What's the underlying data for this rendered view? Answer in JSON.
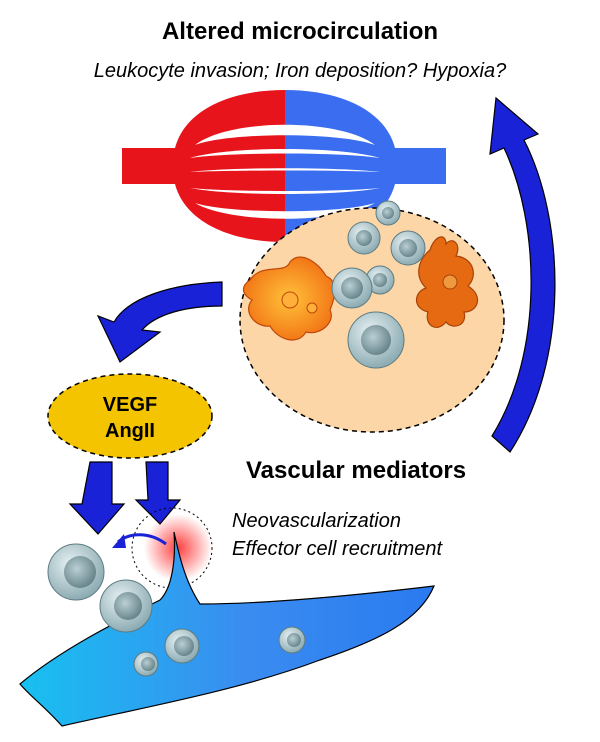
{
  "title": "Altered microcirculation",
  "subtitle": "Leukocyte invasion; Iron deposition? Hypoxia?",
  "mediators_label": "Vascular mediators",
  "factors": [
    "VEGF",
    "AngII"
  ],
  "effects": [
    "Neovascularization",
    "Effector cell recruitment"
  ],
  "colors": {
    "arterial": "#e8141c",
    "venous": "#3a6df0",
    "arrow": "#1a22d8",
    "tissue": "#fcd6a6",
    "factor_fill": "#f5c400",
    "vessel": "#2a9ef0",
    "leukocyte": "#9fb9c0",
    "macrophage": "#f07a10"
  },
  "icons": [
    "blood-vessel-network",
    "leukocyte",
    "macrophage",
    "curved-arrow",
    "blood-vessel-sprout"
  ]
}
